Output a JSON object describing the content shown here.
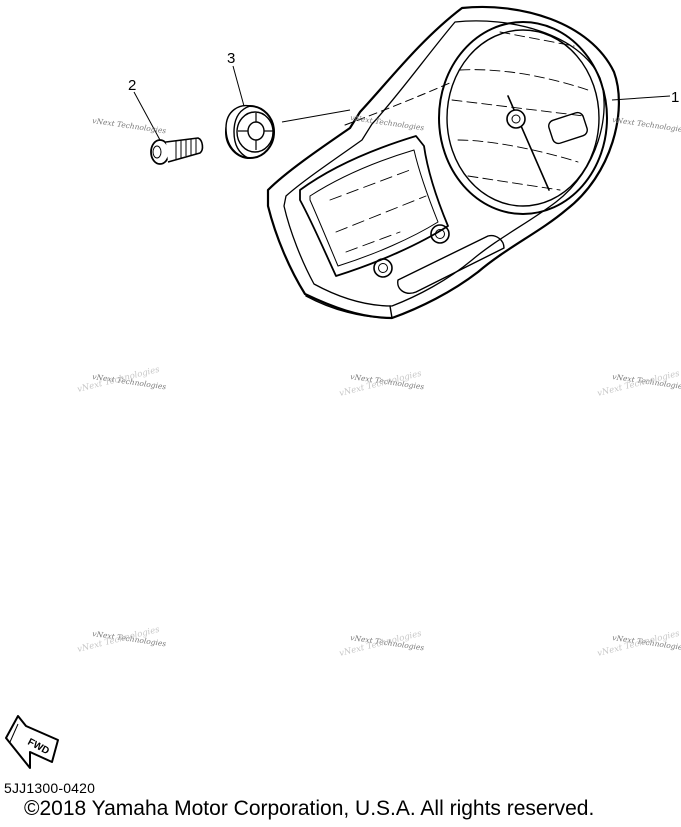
{
  "callouts": {
    "meter_assembly": "1",
    "bolt": "2",
    "grommet": "3"
  },
  "watermark": "vNext Technologies",
  "fwd_label": "FWD",
  "diagram_code": "5JJ1300-0420",
  "copyright": "©2018 Yamaha Motor Corporation, U.S.A. All rights reserved."
}
